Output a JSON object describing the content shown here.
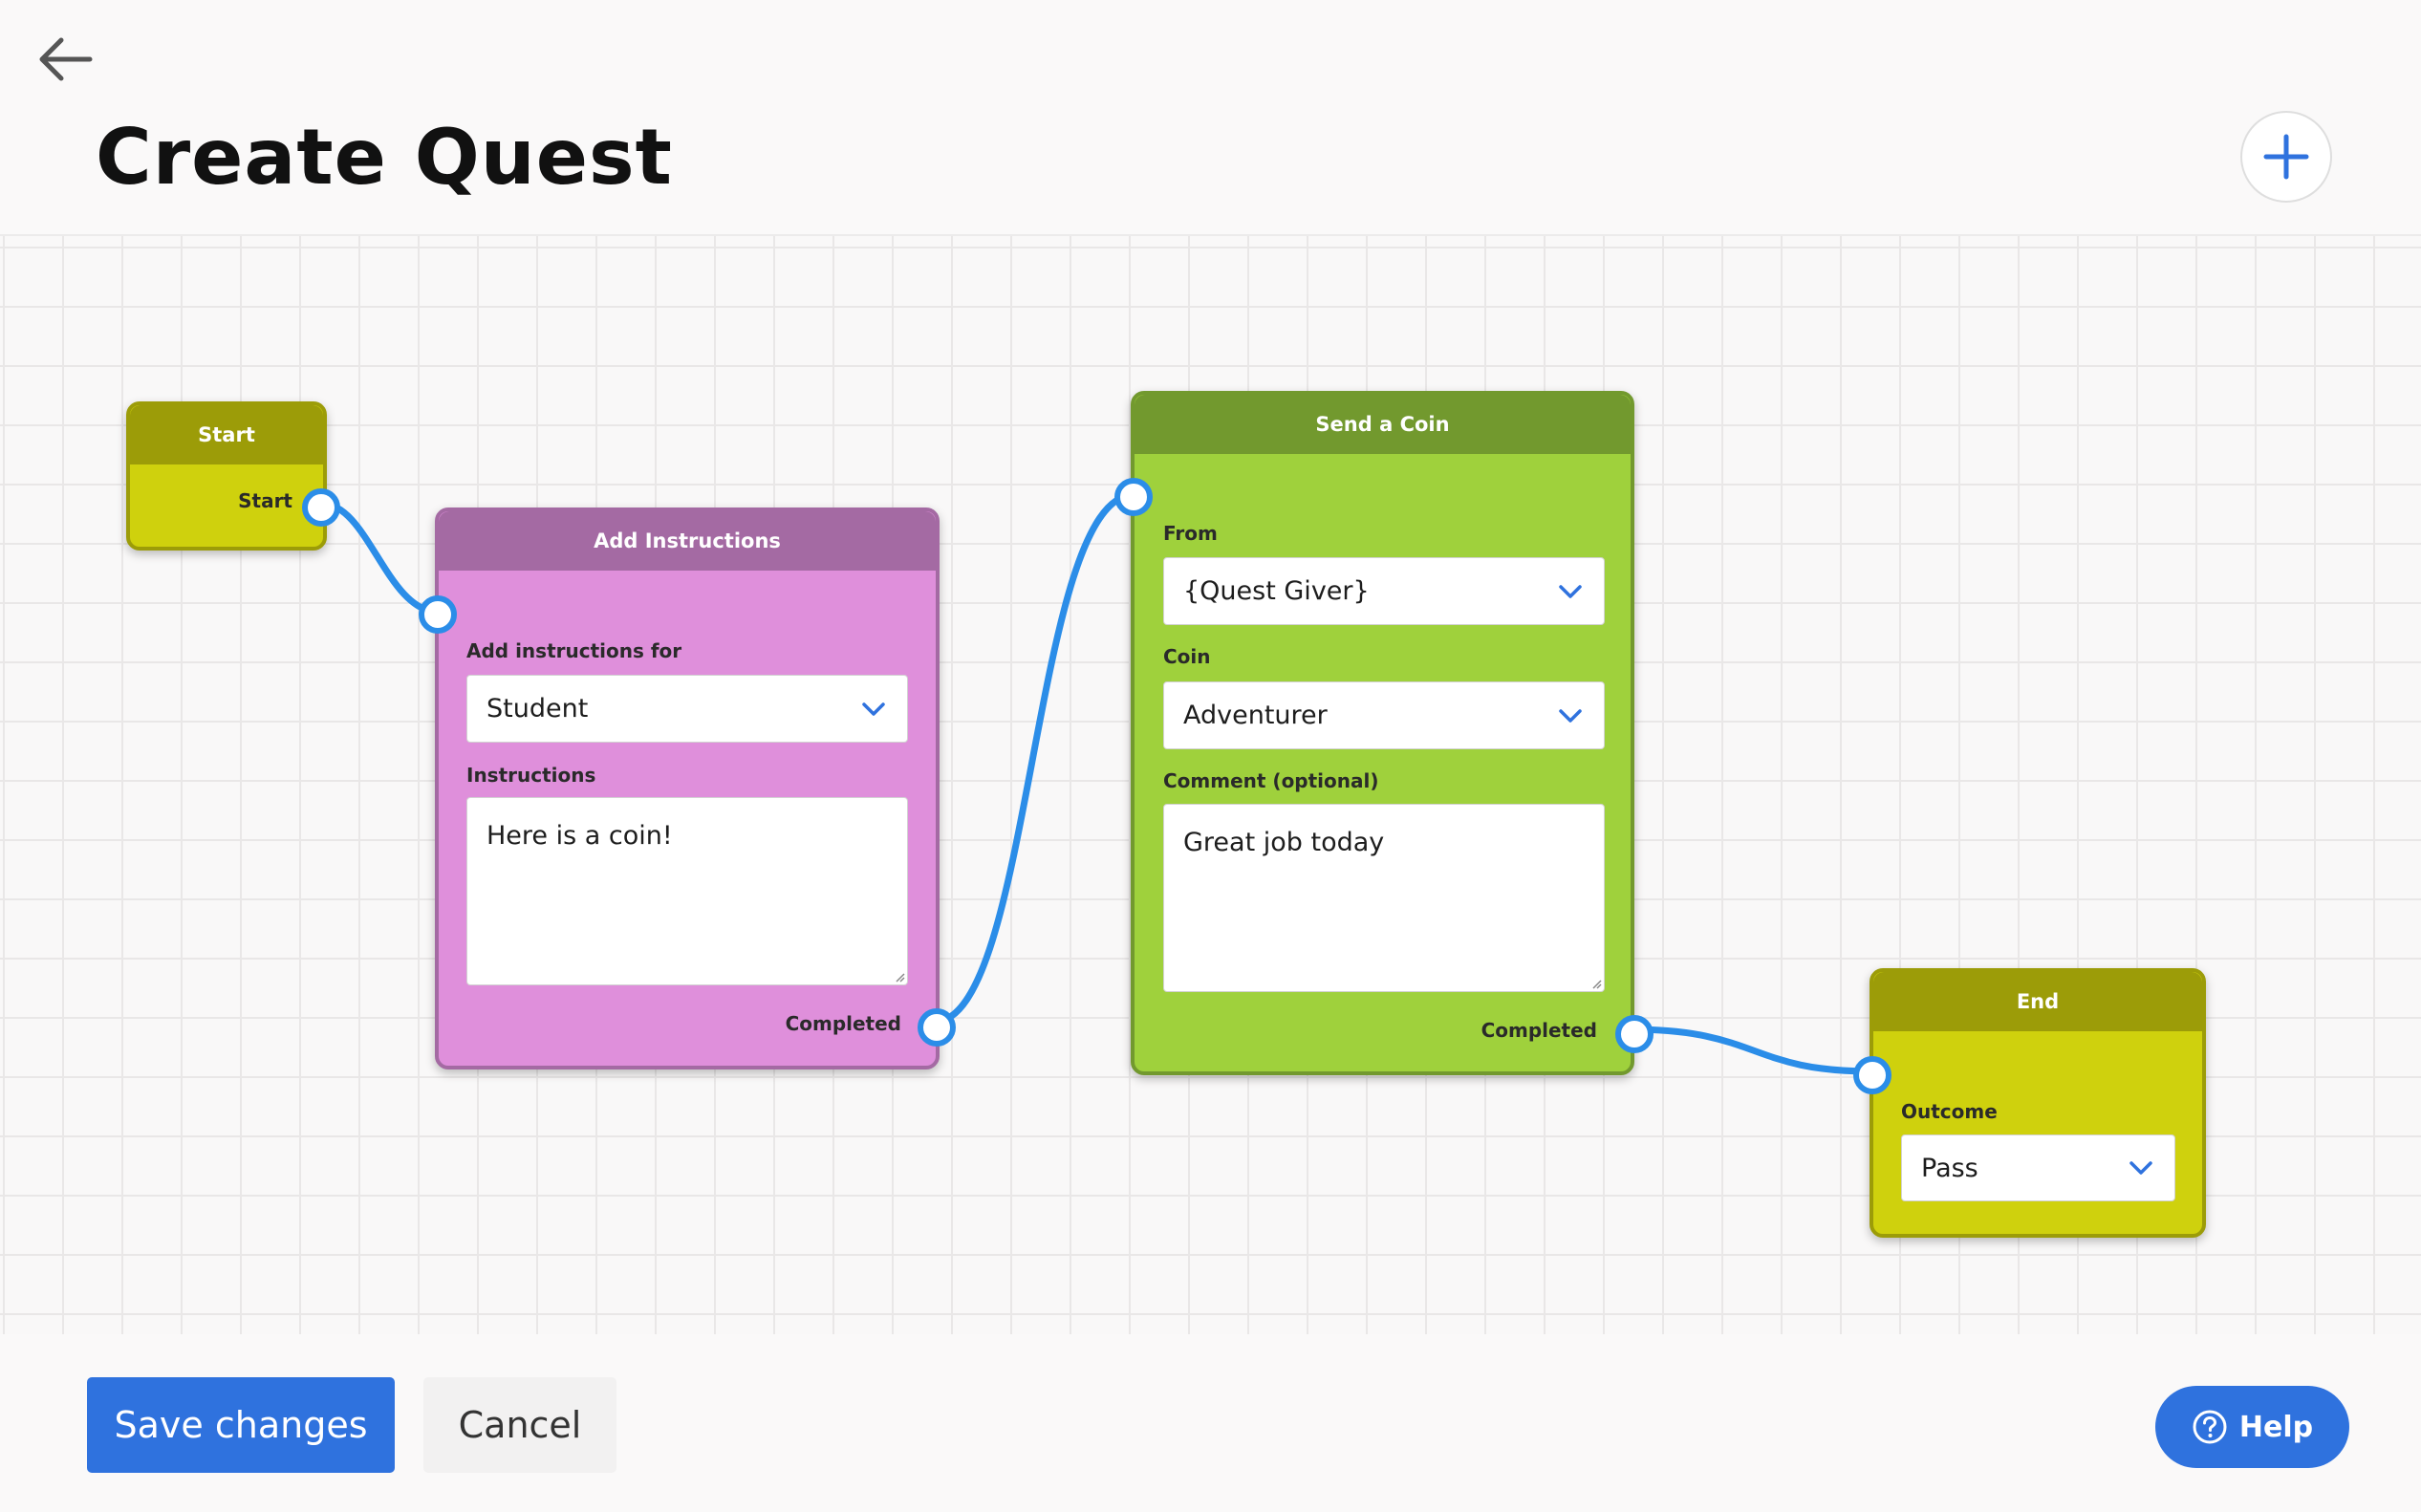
{
  "header": {
    "title": "Create Quest",
    "back_icon": "arrow-left-icon",
    "add_icon": "plus-icon"
  },
  "colors": {
    "accent": "#2f72de",
    "wire": "#2b8de8",
    "start_end_body": "#cfd10d",
    "start_end_header": "#9c9c08",
    "instructions_body": "#df8fdb",
    "instructions_header": "#a46aa3",
    "coin_body": "#9fd13c",
    "coin_header": "#72992e"
  },
  "nodes": {
    "start": {
      "title": "Start",
      "output_label": "Start"
    },
    "add_instructions": {
      "title": "Add Instructions",
      "for_label": "Add instructions for",
      "for_value": "Student",
      "instructions_label": "Instructions",
      "instructions_value": "Here is a coin!",
      "output_label": "Completed"
    },
    "send_coin": {
      "title": "Send a Coin",
      "from_label": "From",
      "from_value": "{Quest Giver}",
      "coin_label": "Coin",
      "coin_value": "Adventurer",
      "comment_label": "Comment (optional)",
      "comment_value": "Great job today",
      "output_label": "Completed"
    },
    "end": {
      "title": "End",
      "outcome_label": "Outcome",
      "outcome_value": "Pass"
    }
  },
  "footer": {
    "save_label": "Save changes",
    "cancel_label": "Cancel",
    "help_label": "Help",
    "help_icon": "question-circle-icon"
  }
}
